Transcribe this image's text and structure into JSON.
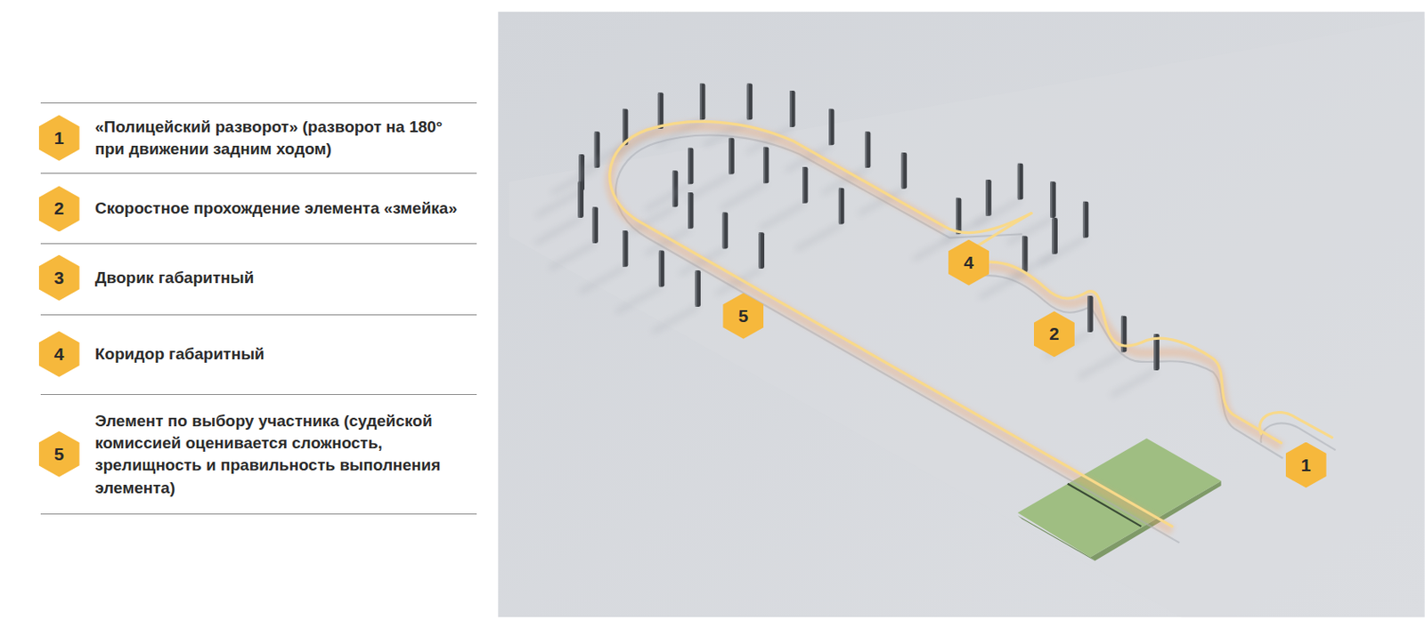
{
  "diagram": {
    "nodes": [
      {
        "text": [
          "1"
        ]
      },
      {
        "text": [
          "2"
        ]
      },
      {
        "text": [
          "3"
        ]
      },
      {
        "text": [
          "4"
        ]
      },
      {
        "text": [
          "5"
        ]
      },
      {
        "text": [
          "4"
        ]
      },
      {
        "text": [
          "5"
        ]
      },
      {
        "text": [
          "2"
        ]
      },
      {
        "text": [
          "1"
        ]
      }
    ],
    "labels": [
      "«Полицейский разворот» (разворот на 180° при движении задним ходом)",
      "Скоростное прохождение элемента «змейка»",
      "Дворик габаритный",
      "Коридор габаритный",
      "Элемент по выбору участника (судейской комиссией оценивается сложность, зрелищность и правильность выполнения элемента)"
    ]
  }
}
